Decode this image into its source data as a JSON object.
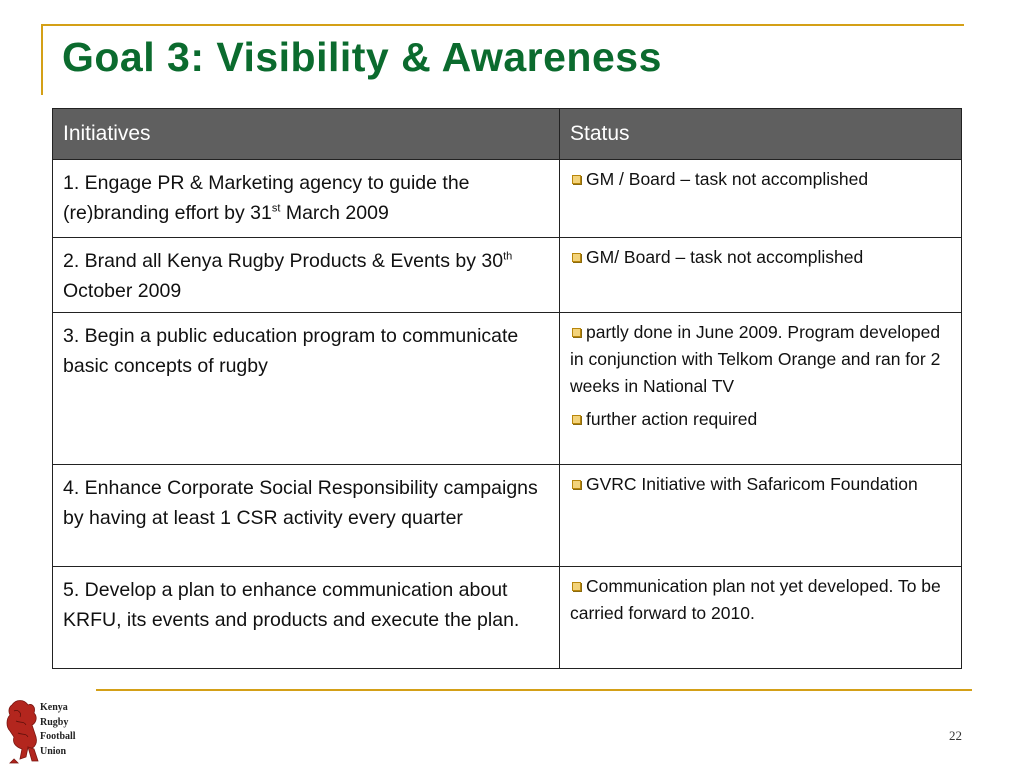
{
  "slide": {
    "title": "Goal 3: Visibility & Awareness",
    "page_number": "22"
  },
  "colors": {
    "title": "#0b6b2e",
    "accent": "#d4a017",
    "header_bg": "#5f5f5f"
  },
  "table": {
    "headers": [
      "Initiatives",
      "Status"
    ],
    "rows": [
      {
        "initiative": {
          "pre": "1. Engage PR & Marketing agency to guide the (re)branding effort by 31",
          "sup": "st",
          "post": " March 2009"
        },
        "status": [
          "GM / Board – task not accomplished"
        ]
      },
      {
        "initiative": {
          "pre": "2. Brand all Kenya Rugby Products & Events by 30",
          "sup": "th",
          "post": " October 2009"
        },
        "status": [
          "GM/ Board – task not accomplished"
        ]
      },
      {
        "initiative": {
          "pre": "3. Begin a public education program to communicate basic concepts of rugby",
          "sup": "",
          "post": ""
        },
        "status": [
          "partly done in June 2009. Program developed in conjunction with Telkom Orange and ran for 2 weeks in National TV",
          "further action required"
        ]
      },
      {
        "initiative": {
          "pre": "4. Enhance Corporate Social Responsibility campaigns by having at least 1 CSR activity every quarter",
          "sup": "",
          "post": ""
        },
        "status": [
          "GVRC Initiative with Safaricom Foundation"
        ]
      },
      {
        "initiative": {
          "pre": "5. Develop a plan to enhance communication about KRFU, its events and products and execute the plan.",
          "sup": "",
          "post": ""
        },
        "status": [
          "Communication plan not yet developed. To be carried forward to 2010."
        ]
      }
    ]
  },
  "logo": {
    "icon": "rugby-lion-logo-icon",
    "lines": [
      "Kenya",
      "Rugby",
      "Football",
      "Union"
    ]
  }
}
